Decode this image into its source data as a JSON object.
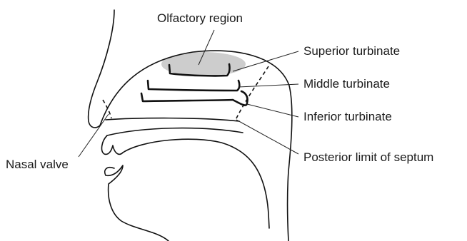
{
  "labels": {
    "olfactory_region": "Olfactory region",
    "superior_turbinate": "Superior turbinate",
    "middle_turbinate": "Middle turbinate",
    "inferior_turbinate": "Inferior turbinate",
    "posterior_limit": "Posterior limit of septum",
    "nasal_valve": "Nasal valve"
  },
  "colors": {
    "olfactory_fill": "#c8c8c8"
  }
}
